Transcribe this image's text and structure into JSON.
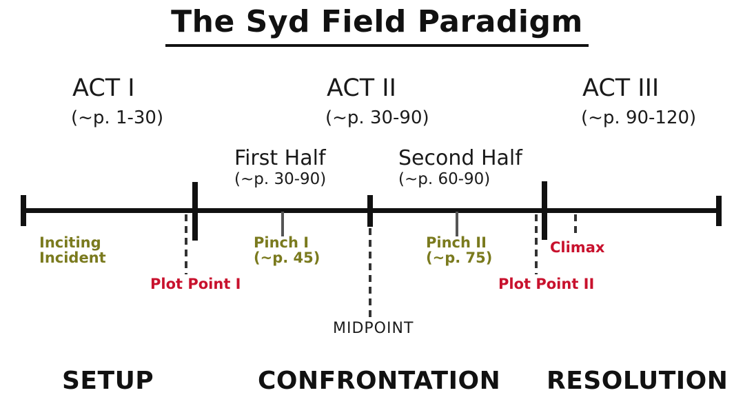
{
  "title": "The Syd Field Paradigm",
  "acts": [
    {
      "name": "ACT I",
      "pages": "(~p. 1-30)"
    },
    {
      "name": "ACT II",
      "pages": "(~p. 30-90)"
    },
    {
      "name": "ACT III",
      "pages": "(~p. 90-120)"
    }
  ],
  "halves": [
    {
      "name": "First Half",
      "pages": "(~p. 30-90)"
    },
    {
      "name": "Second Half",
      "pages": "(~p. 60-90)"
    }
  ],
  "markers": {
    "inciting_incident": {
      "lines": [
        "Inciting",
        "Incident"
      ],
      "color": "#7a7a1e"
    },
    "plot_point_1": {
      "label": "Plot Point I",
      "color": "#c8112d"
    },
    "pinch_1": {
      "lines": [
        "Pinch I",
        "(~p. 45)"
      ],
      "color": "#7a7a1e"
    },
    "midpoint": {
      "label": "MIDPOINT",
      "color": "#1a1a1a"
    },
    "pinch_2": {
      "lines": [
        "Pinch II",
        "(~p. 75)"
      ],
      "color": "#7a7a1e"
    },
    "plot_point_2": {
      "label": "Plot Point II",
      "color": "#c8112d"
    },
    "climax": {
      "label": "Climax",
      "color": "#c8112d"
    }
  },
  "stages": [
    "SETUP",
    "CONFRONTATION",
    "RESOLUTION"
  ],
  "colors": {
    "text": "#1a1a1a",
    "timeline": "#111111",
    "olive": "#7a7a1e",
    "red": "#c8112d",
    "pinch_line": "#555555",
    "dashed_line": "#333333",
    "background": "#ffffff"
  }
}
